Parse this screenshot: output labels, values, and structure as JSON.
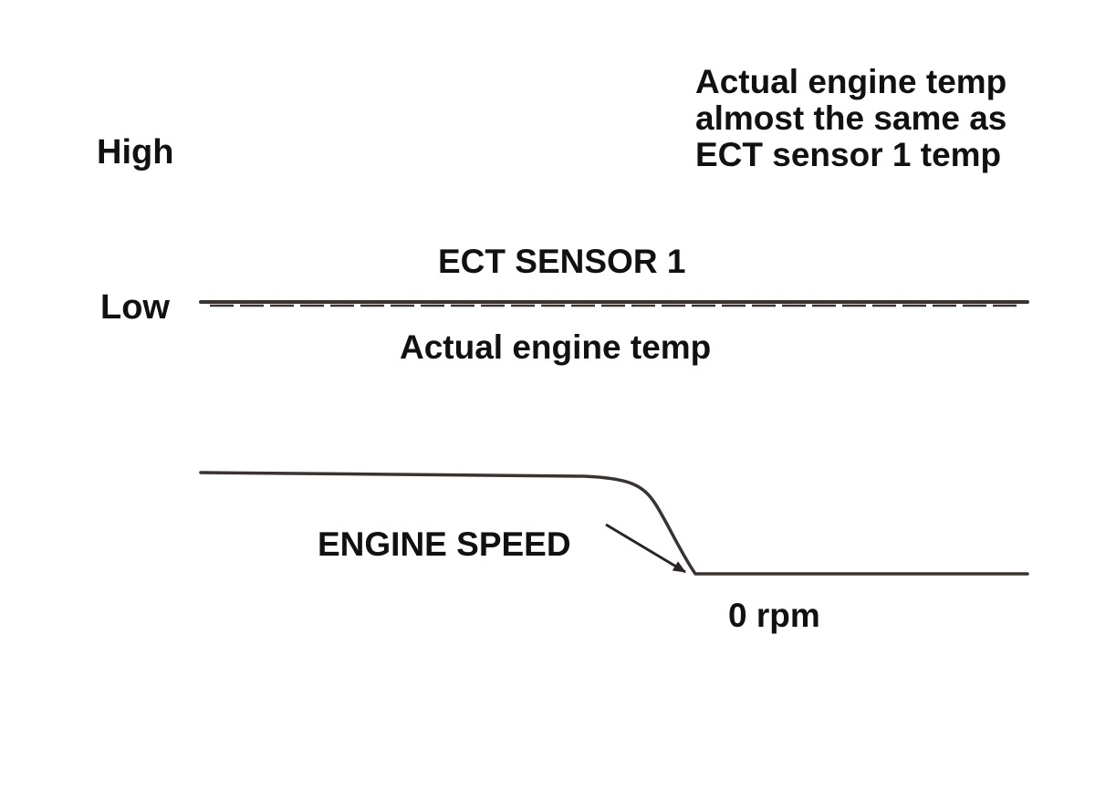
{
  "diagram": {
    "axis": {
      "high_label": "High",
      "low_label": "Low"
    },
    "note": {
      "lines": [
        "Actual engine temp",
        "almost the same as",
        "ECT sensor 1 temp"
      ]
    },
    "traces": {
      "ect_sensor_label": "ECT SENSOR 1",
      "actual_temp_label": "Actual engine temp",
      "engine_speed_label": "ENGINE SPEED",
      "zero_rpm_label": "0 rpm"
    },
    "colors": {
      "line": "#3a3330",
      "text": "#111111",
      "background": "#ffffff"
    }
  }
}
